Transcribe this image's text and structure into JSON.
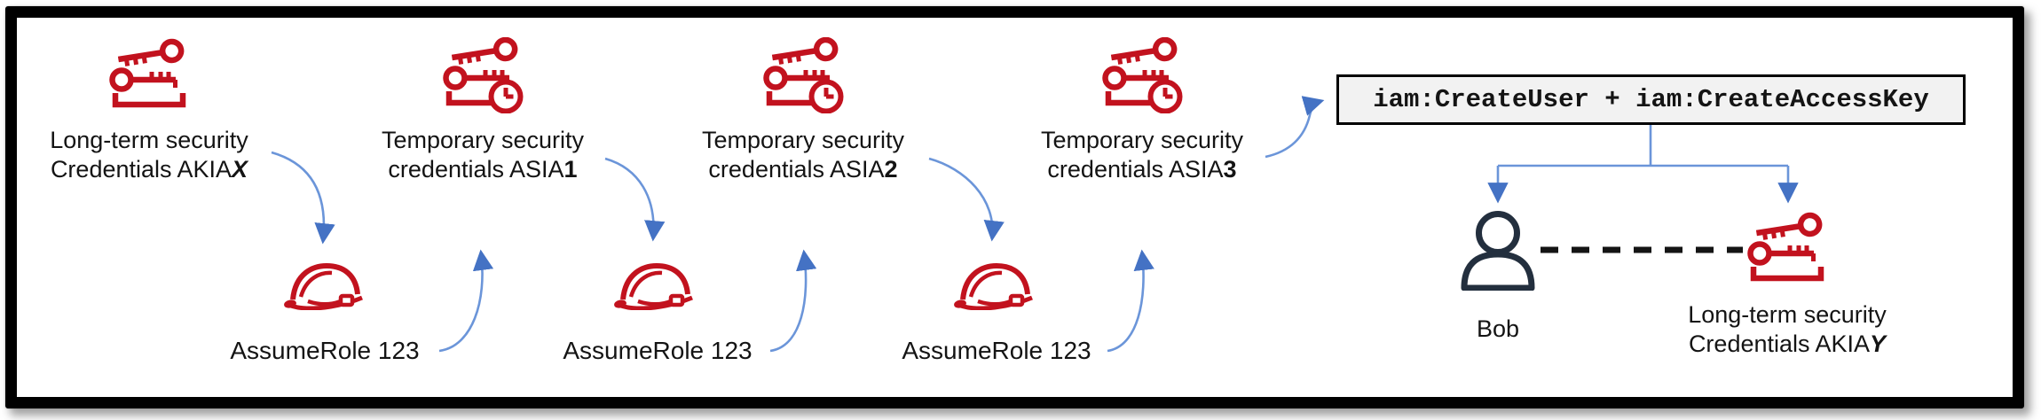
{
  "colors": {
    "icon_red": "#C2121E",
    "user_dark": "#232F3E",
    "arrow_line_blue": "#6B95D9",
    "arrow_head_blue": "#4472C4",
    "action_box_bg": "#F2F2F2",
    "frame_black": "#000000"
  },
  "chain": {
    "stages": [
      {
        "line1": "Long-term security",
        "line2_prefix": "Credentials AKIA",
        "line2_em": "X",
        "icon": "long-term-keys-icon"
      },
      {
        "line1": "Temporary security",
        "line2_prefix": "credentials ASIA",
        "line2_em": "1",
        "icon": "temporary-keys-clock-icon"
      },
      {
        "line1": "Temporary security",
        "line2_prefix": "credentials ASIA",
        "line2_em": "2",
        "icon": "temporary-keys-clock-icon"
      },
      {
        "line1": "Temporary security",
        "line2_prefix": "credentials ASIA",
        "line2_em": "3",
        "icon": "temporary-keys-clock-icon"
      }
    ],
    "assume_roles": [
      {
        "label": "AssumeRole 123",
        "icon": "assume-role-helmet-icon"
      },
      {
        "label": "AssumeRole 123",
        "icon": "assume-role-helmet-icon"
      },
      {
        "label": "AssumeRole 123",
        "icon": "assume-role-helmet-icon"
      }
    ]
  },
  "action_box": {
    "text": "iam:CreateUser + iam:CreateAccessKey"
  },
  "result": {
    "user": {
      "label": "Bob",
      "icon": "user-icon"
    },
    "credentials": {
      "line1": "Long-term security",
      "line2_prefix": "Credentials AKIA",
      "line2_em": "Y",
      "icon": "long-term-keys-icon"
    }
  }
}
